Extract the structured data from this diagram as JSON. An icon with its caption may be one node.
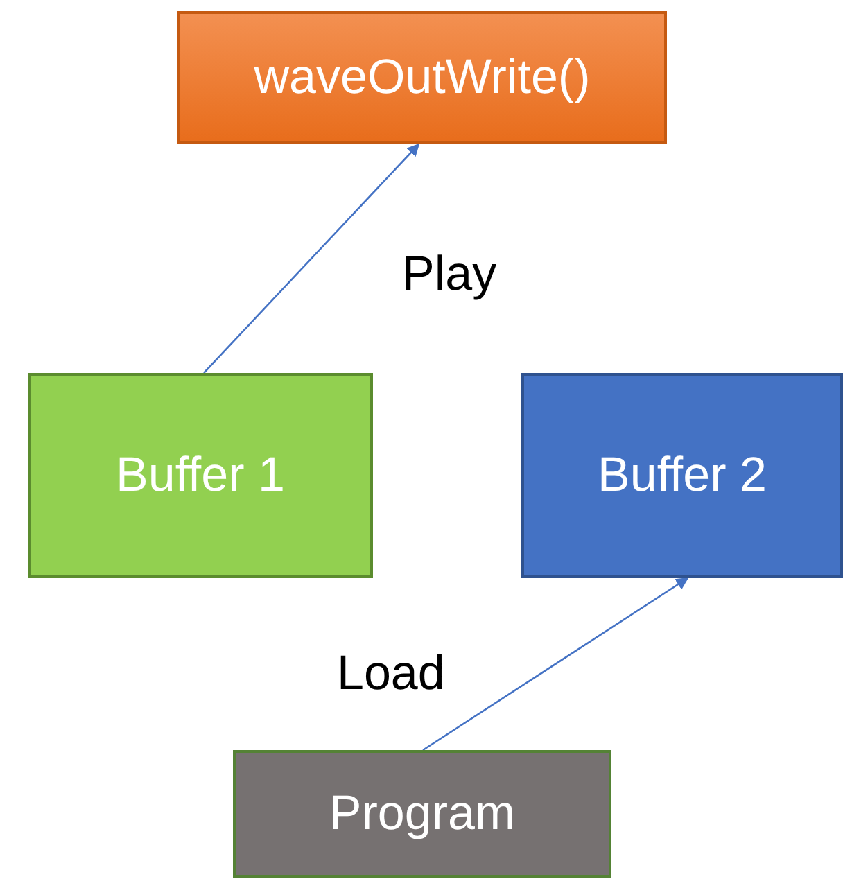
{
  "diagram": {
    "nodes": [
      {
        "text": [
          "waveOutWrite()"
        ]
      },
      {
        "text": [
          "Buffer 1"
        ]
      },
      {
        "text": [
          "Buffer 2"
        ]
      },
      {
        "text": [
          "Program"
        ]
      }
    ],
    "edges": [
      {
        "from": 1,
        "to": 0,
        "arrow": "to",
        "label": "Play"
      },
      {
        "from": 3,
        "to": 2,
        "arrow": "to",
        "label": "Load"
      }
    ]
  }
}
